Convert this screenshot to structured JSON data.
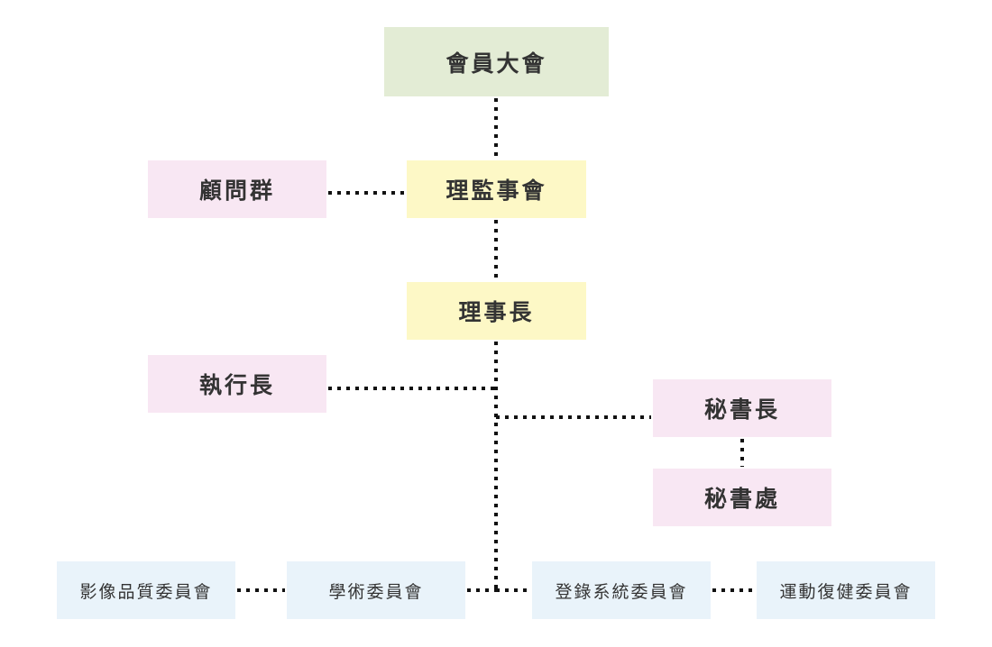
{
  "colors": {
    "assembly_fill": "#e3ecd5",
    "board_fill": "#fdf8c6",
    "staff_fill": "#f8e7f3",
    "committee_fill": "#e9f3fa",
    "connector": "#111111",
    "text": "#333333"
  },
  "nodes": {
    "general_assembly": "會員大會",
    "advisory_group": "顧問群",
    "board_of_directors_supervisors": "理監事會",
    "chairman": "理事長",
    "executive_director": "執行長",
    "secretary_general": "秘書長",
    "secretariat": "秘書處",
    "committees": [
      "影像品質委員會",
      "學術委員會",
      "登錄系統委員會",
      "運動復健委員會"
    ]
  }
}
